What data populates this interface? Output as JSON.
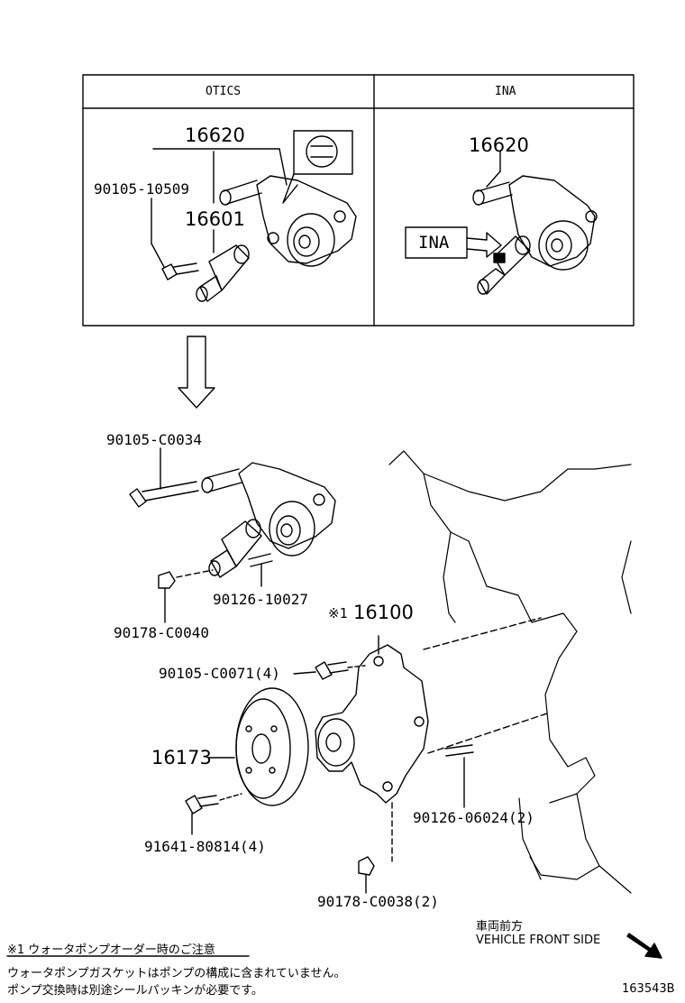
{
  "variants": {
    "left_header": "OTICS",
    "right_header": "INA",
    "ina_tag": "INA"
  },
  "parts": {
    "tensioner_otics": "16620",
    "bolt_otics": "90105-10509",
    "damper": "16601",
    "tensioner_ina": "16620",
    "bolt_long": "90105-C0034",
    "stud_tensioner": "90126-10027",
    "nut_tensioner": "90178-C0040",
    "pump_mark": "※1",
    "water_pump": "16100",
    "bolt_pump": "90105-C0071(4)",
    "pulley": "16173",
    "stud_pump": "90126-06024(2)",
    "bolt_pulley": "91641-80814(4)",
    "nut_pump": "90178-C0038(2)"
  },
  "notes": {
    "heading": "※1 ウォータポンプオーダー時のご注意",
    "line1": "ウォータポンプガスケットはポンプの構成に含まれていません。",
    "line2": "ポンプ交換時は別途シールパッキンが必要です。"
  },
  "orientation": {
    "jp": "車両前方",
    "en": "VEHICLE FRONT SIDE"
  },
  "figure_id": "163543B"
}
